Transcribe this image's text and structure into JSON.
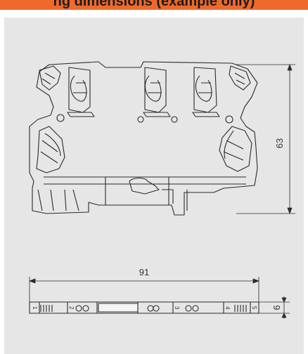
{
  "header": {
    "title": "ng dimensions (example only)",
    "accent_color": "#ef6a2a"
  },
  "drawing": {
    "side_view": {
      "height_label": "63"
    },
    "top_view": {
      "width_label": "91",
      "depth_label": "6",
      "terminal_numbers": [
        "1",
        "2",
        "3",
        "4",
        "5"
      ]
    }
  }
}
